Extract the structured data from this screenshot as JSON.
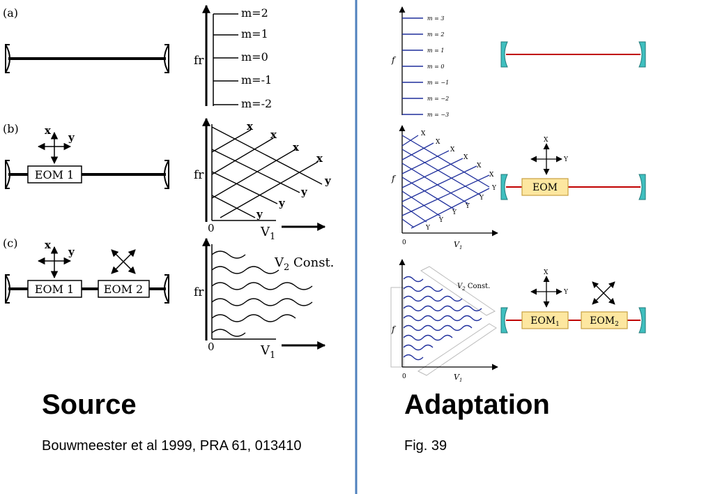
{
  "left": {
    "heading": "Source",
    "citation": "Bouwmeester et al 1999, PRA 61, 013410",
    "panel_a": {
      "tag": "(a)",
      "axis_label": "fr",
      "modes": [
        "m=2",
        "m=1",
        "m=0",
        "m=-1",
        "m=-2"
      ]
    },
    "panel_b": {
      "tag": "(b)",
      "eom_label": "EOM 1",
      "axis_label": "fr",
      "x_label": "x",
      "y_label": "y",
      "origin_label": "0",
      "v_label": "V",
      "v_sub": "1"
    },
    "panel_c": {
      "tag": "(c)",
      "eom1_label": "EOM 1",
      "eom2_label": "EOM 2",
      "axis_label": "fr",
      "x_label": "x",
      "y_label": "y",
      "origin_label": "0",
      "v_label": "V",
      "v_sub": "1",
      "const_v": "V",
      "const_sub": "2",
      "const_text": " Const."
    }
  },
  "right": {
    "heading": "Adaptation",
    "figure_label": "Fig. 39",
    "panel_a": {
      "axis_label": "f",
      "modes": [
        "m = 3",
        "m = 2",
        "m = 1",
        "m = 0",
        "m = −1",
        "m = −2",
        "m = −3"
      ]
    },
    "panel_b": {
      "eom_label": "EOM",
      "axis_label": "f",
      "x_label": "X",
      "y_label": "Y",
      "origin_label": "0",
      "v_label": "V",
      "v_sub": "1"
    },
    "panel_c": {
      "eom1_label": "EOM",
      "eom1_sub": "1",
      "eom2_label": "EOM",
      "eom2_sub": "2",
      "axis_label": "f",
      "x_label": "X",
      "y_label": "Y",
      "origin_label": "0",
      "v_label": "V",
      "v_sub": "1",
      "const_v": "V",
      "const_sub": "2",
      "const_text": " Const."
    }
  },
  "colors": {
    "divider": "#4f81bd",
    "mode_line": "#1f2f9c",
    "beam": "#c00000",
    "mirror": "#3fbfbf",
    "eom_fill": "#fde7a0",
    "eom_stroke": "#c8a040"
  }
}
